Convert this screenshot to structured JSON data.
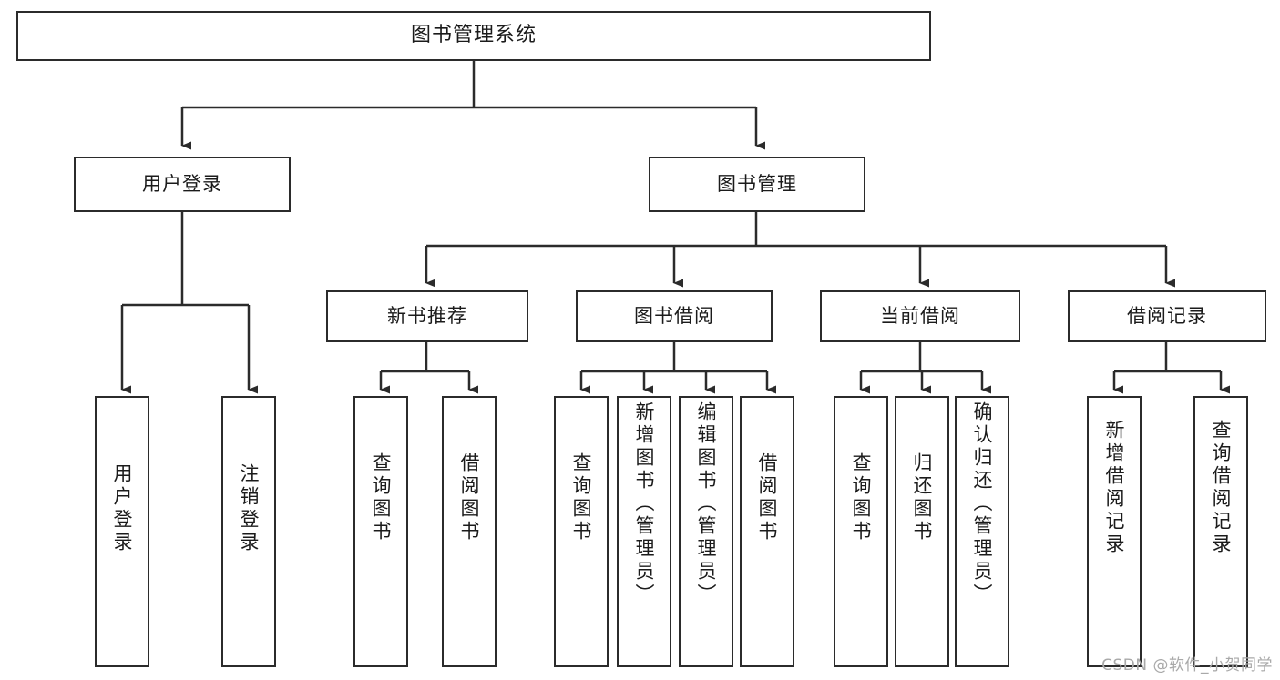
{
  "diagram": {
    "title": "图书管理系统",
    "type": "tree",
    "stroke_color": "#2b2b2b",
    "background_color": "#ffffff",
    "text_color": "#1b1b1b",
    "watermark": "CSDN @软件_小贺同学",
    "nodes": {
      "root": {
        "label": "图书管理系统"
      },
      "level2": [
        {
          "label": "用户登录"
        },
        {
          "label": "图书管理"
        }
      ],
      "level3": [
        {
          "label": "新书推荐"
        },
        {
          "label": "图书借阅"
        },
        {
          "label": "当前借阅"
        },
        {
          "label": "借阅记录"
        }
      ],
      "leaves": {
        "user_login": [
          {
            "label": "用户登录"
          },
          {
            "label": "注销登录"
          }
        ],
        "new_book_recommend": [
          {
            "label": "查询图书"
          },
          {
            "label": "借阅图书"
          }
        ],
        "book_borrow": [
          {
            "label": "查询图书"
          },
          {
            "label": "新增图书（管理员）"
          },
          {
            "label": "编辑图书（管理员）"
          },
          {
            "label": "借阅图书"
          }
        ],
        "current_borrow": [
          {
            "label": "查询图书"
          },
          {
            "label": "归还图书"
          },
          {
            "label": "确认归还（管理员）"
          }
        ],
        "borrow_record": [
          {
            "label": "新增借阅记录"
          },
          {
            "label": "查询借阅记录"
          }
        ]
      }
    }
  }
}
